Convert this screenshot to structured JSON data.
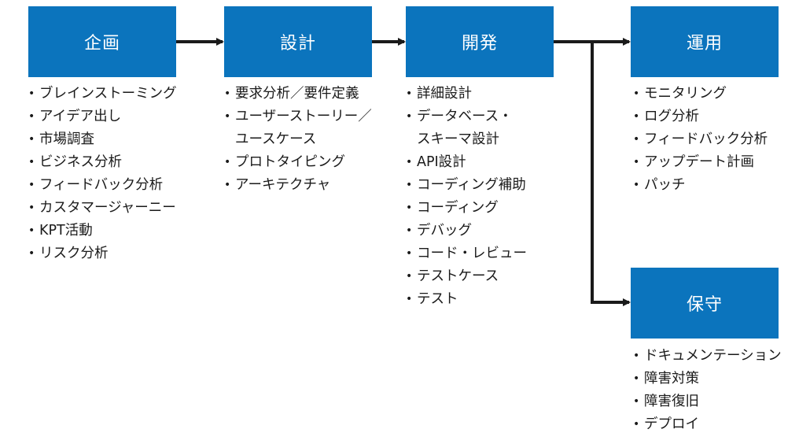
{
  "stages": {
    "kikaku": {
      "title": "企画",
      "items": [
        "ブレインストーミング",
        "アイデア出し",
        "市場調査",
        "ビジネス分析",
        "フィードバック分析",
        "カスタマージャーニー",
        "KPT活動",
        "リスク分析"
      ]
    },
    "sekkei": {
      "title": "設計",
      "items": [
        [
          "要求分析／要件定義"
        ],
        [
          "ユーザーストーリー／",
          "ユースケース"
        ],
        [
          "プロトタイピング"
        ],
        [
          "アーキテクチャ"
        ]
      ]
    },
    "kaihatsu": {
      "title": "開発",
      "items": [
        [
          "詳細設計"
        ],
        [
          "データベース・",
          "スキーマ設計"
        ],
        [
          "API設計"
        ],
        [
          "コーディング補助"
        ],
        [
          "コーディング"
        ],
        [
          "デバッグ"
        ],
        [
          "コード・レビュー"
        ],
        [
          "テストケース"
        ],
        [
          "テスト"
        ]
      ]
    },
    "unyou": {
      "title": "運用",
      "items": [
        "モニタリング",
        "ログ分析",
        "フィードバック分析",
        "アップデート計画",
        "パッチ"
      ]
    },
    "hoshu": {
      "title": "保守",
      "items": [
        "ドキュメンテーション",
        "障害対策",
        "障害復旧",
        "デプロイ"
      ]
    }
  },
  "colors": {
    "box_fill": "#0b74bd",
    "box_text": "#ffffff",
    "arrow": "#1a1a1a"
  }
}
